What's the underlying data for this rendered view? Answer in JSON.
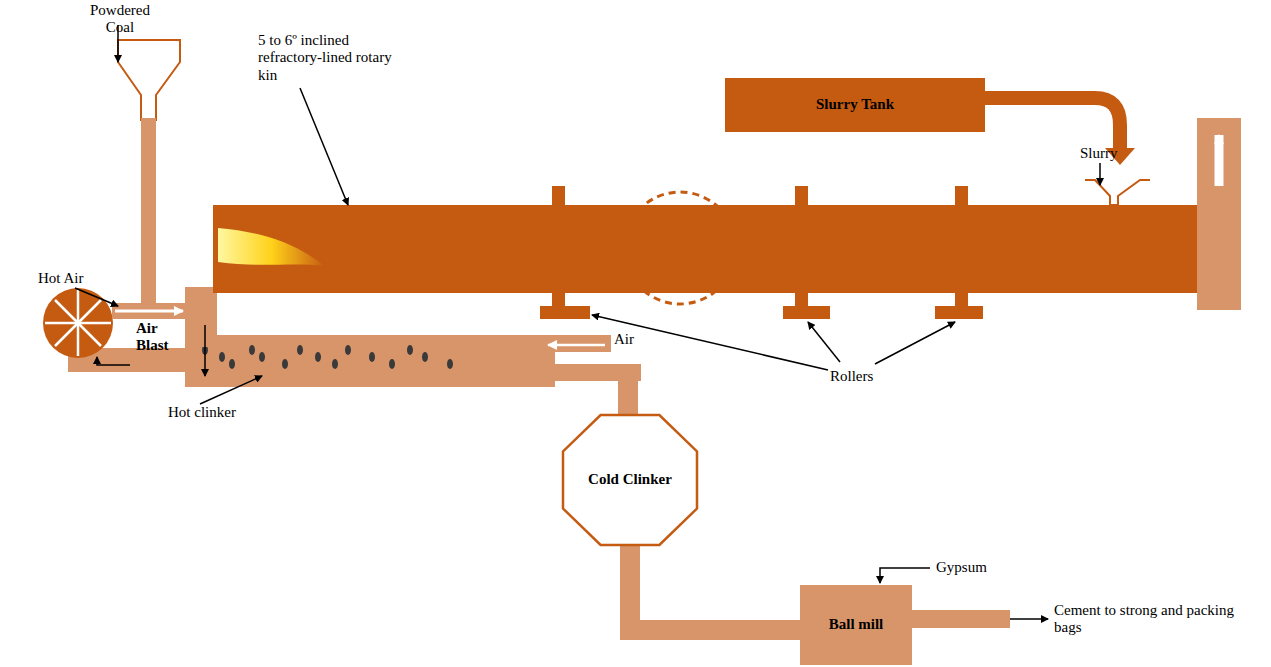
{
  "diagram": {
    "nodes": [
      {
        "text": [
          "Slurry Tank"
        ]
      },
      {
        "text": [
          "Cold Clinker"
        ]
      },
      {
        "text": [
          "Ball mill"
        ]
      }
    ],
    "edges": [
      {
        "from": 1,
        "to": 2,
        "arrow": "none"
      }
    ],
    "labels": [
      "Powdered Coal",
      "Hot Air",
      "5 to 6º inclined refractory-lined rotary kin",
      "Slurry",
      "Air Blast",
      "Air",
      "Rollers",
      "Hot clinker",
      "Gypsum",
      "Cement to strong and packing bags"
    ]
  }
}
